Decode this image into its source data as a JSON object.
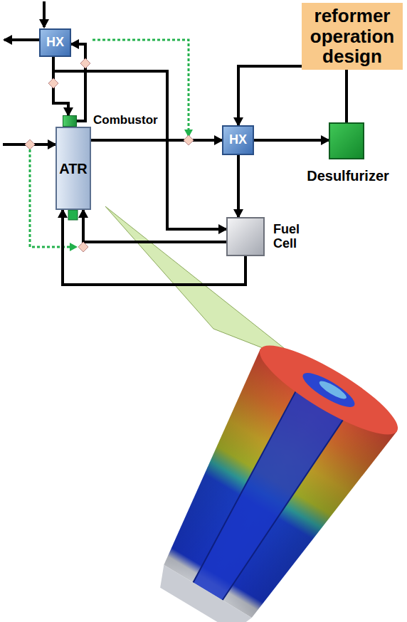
{
  "diagram": {
    "nodes": [
      {
        "text": [
          "reformer operation design"
        ]
      },
      {
        "text": [
          "HX"
        ]
      },
      {
        "text": [
          "Combustor"
        ]
      },
      {
        "text": [
          "ATR"
        ]
      },
      {
        "text": [
          "HX"
        ]
      },
      {
        "text": [
          "Desulfurizer"
        ]
      },
      {
        "text": [
          "Fuel Cell"
        ]
      }
    ],
    "edges": [
      {
        "from": 1,
        "to": 2,
        "arrow": "to"
      },
      {
        "from": 2,
        "to": 1,
        "arrow": "to"
      },
      {
        "from": 1,
        "to": 6,
        "arrow": "to"
      },
      {
        "from": 3,
        "to": 4,
        "arrow": "to"
      },
      {
        "from": 4,
        "to": 5,
        "arrow": "to"
      },
      {
        "from": 5,
        "to": 4,
        "arrow": "to"
      },
      {
        "from": 4,
        "to": 6,
        "arrow": "to"
      },
      {
        "from": 6,
        "to": 3,
        "arrow": "to"
      },
      {
        "from": 6,
        "to": 3,
        "arrow": "to"
      }
    ]
  }
}
